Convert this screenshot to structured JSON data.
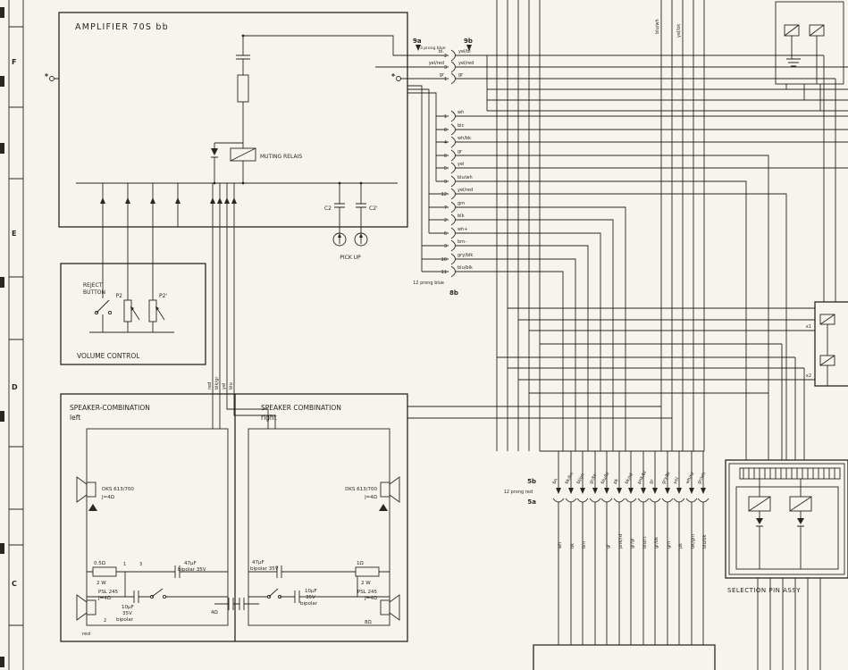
{
  "page": {
    "background": "#f5f4ef",
    "ink": "#28261f"
  },
  "margin": {
    "letters": [
      "F",
      "E",
      "D",
      "C"
    ]
  },
  "amplifier": {
    "title": "AMPLIFIER 70S bb",
    "muting_relay": "MUTING RELAIS",
    "c2": "C2",
    "c2_prime": "C2'",
    "pickup": "PICK UP"
  },
  "volume": {
    "reject1": "REJECT",
    "reject2": "BUTTON",
    "p2": "P2",
    "p2_prime": "P2'",
    "title": "VOLUME CONTROL"
  },
  "speakers": {
    "left_title": "SPEAKER-COMBINATION",
    "left_sub": "left",
    "right_title": "SPEAKER COMBINATION",
    "right_sub": "right",
    "feed_labels": [
      "red",
      "blk/gr",
      "yel",
      "blu"
    ],
    "left": {
      "tweeter": "DKS 613/700",
      "tweeter_imp": "J=4Ω",
      "woofer": "PSL 245",
      "woofer_imp": "J=4Ω",
      "res": "0.5Ω",
      "res_w": "2 W",
      "cap1": "47µF",
      "cap1b": "bipolar 35V",
      "cap2": "10µF",
      "cap2b": "35V",
      "cap2c": "bipolar",
      "wire": "red",
      "imp": "4Ω",
      "pins": [
        "1",
        "2",
        "3"
      ]
    },
    "right": {
      "tweeter": "DKS 613/700",
      "tweeter_imp": "J=4Ω",
      "woofer": "PSL 245",
      "woofer_imp": "J=4Ω",
      "res": "1Ω",
      "res_w": "2 W",
      "cap1": "47µF",
      "cap1b": "bipolar 35V",
      "cap2": "10µF",
      "cap2b": "35V",
      "cap2c": "bipolar",
      "imp": "8Ω"
    }
  },
  "conn9": {
    "a": "9a",
    "b": "9b",
    "type": "3 prong blue",
    "pins": [
      {
        "n": "2",
        "left": "bl.",
        "right": "yel/bl"
      },
      {
        "n": "3",
        "left": "yel/red",
        "right": "yel/red"
      },
      {
        "n": "1",
        "left": "gr",
        "right": "gr"
      }
    ]
  },
  "conn8b": {
    "name": "8b",
    "type": "12 prong blue",
    "pins": [
      {
        "n": "1",
        "label": "wh"
      },
      {
        "n": "8",
        "label": "blc"
      },
      {
        "n": "4",
        "label": "wh/bk"
      },
      {
        "n": "6",
        "label": "gr"
      },
      {
        "n": "5",
        "label": "yel"
      },
      {
        "n": "9",
        "label": "blu/wh"
      },
      {
        "n": "12",
        "label": "yel/red"
      },
      {
        "n": "7",
        "label": "grn"
      },
      {
        "n": "2",
        "label": "blk"
      },
      {
        "n": "6",
        "label": "wh+"
      },
      {
        "n": "3",
        "label": "brn-"
      },
      {
        "n": "10",
        "label": "gry/blk"
      },
      {
        "n": "11",
        "label": "blu/blk"
      }
    ]
  },
  "conn5": {
    "b": "5b",
    "a": "5a",
    "type": "12 prong red",
    "top_labels": [
      "bn",
      "bk/bn",
      "bl/gn",
      "gr/bl",
      "blu/bl",
      "pk",
      "bk/rd",
      "pnk/bl",
      "gr",
      "gry/bl",
      "yel",
      "wh/rd",
      "gr/wh"
    ],
    "bottom_labels": [
      "wh",
      "bk",
      "brn",
      "blu",
      "gr",
      "pnk/rd",
      "gr/gr",
      "blu/rt",
      "gr/bk",
      "grn",
      "pk",
      "bk/grn",
      "blu/bk"
    ]
  },
  "selection": {
    "title": "SELECTION PIN ASSY"
  },
  "harness": {
    "v1": "blu/wh",
    "v2": "yel/bk",
    "x1": "x1",
    "x2": "x2"
  }
}
